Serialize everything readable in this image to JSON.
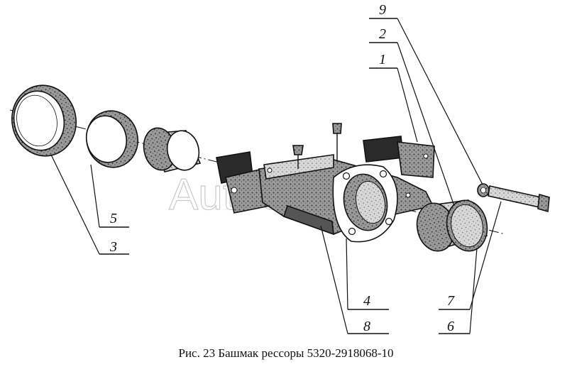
{
  "caption": "Рис. 23 Башмак рессоры  5320-2918068-10",
  "watermark": "AutoSoft",
  "callouts": [
    {
      "id": "9",
      "label": "9"
    },
    {
      "id": "2",
      "label": "2"
    },
    {
      "id": "1",
      "label": "1"
    },
    {
      "id": "5",
      "label": "5"
    },
    {
      "id": "3",
      "label": "3"
    },
    {
      "id": "4",
      "label": "4"
    },
    {
      "id": "8",
      "label": "8"
    },
    {
      "id": "7",
      "label": "7"
    },
    {
      "id": "6",
      "label": "6"
    }
  ],
  "colors": {
    "ink": "#111111",
    "shade": "#6e6e6e",
    "dark": "#2a2a2a",
    "paper": "#ffffff"
  }
}
